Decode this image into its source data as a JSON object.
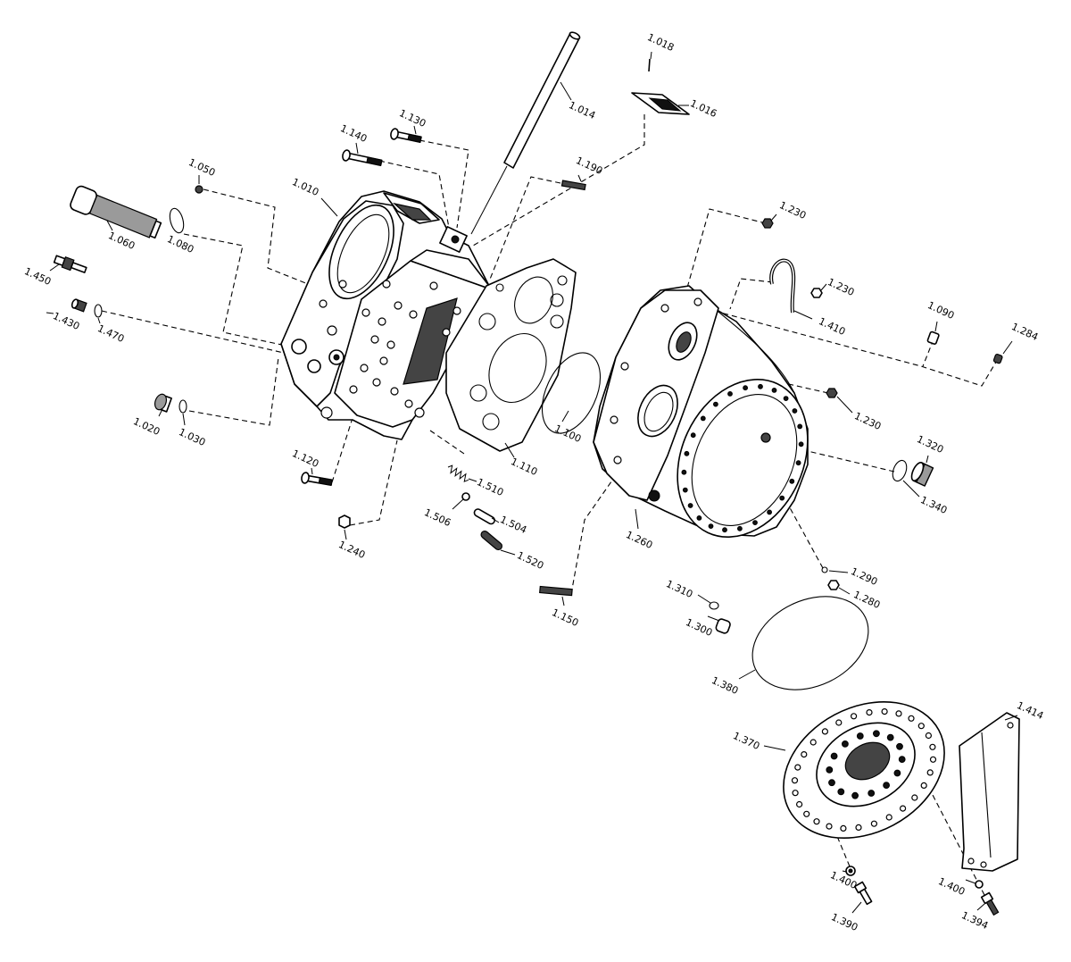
{
  "labels": [
    "1.018",
    "1.014",
    "1.016",
    "1.130",
    "1.140",
    "1.190",
    "1.050",
    "1.010",
    "1.060",
    "1.080",
    "1.450",
    "1.430",
    "1.470",
    "1.230",
    "1.230",
    "1.410",
    "1.090",
    "1.284",
    "1.230",
    "1.020",
    "1.030",
    "1.120",
    "1.320",
    "1.340",
    "1.510",
    "1.506",
    "1.504",
    "1.110",
    "1.100",
    "1.520",
    "1.240",
    "1.260",
    "1.290",
    "1.280",
    "1.310",
    "1.150",
    "1.300",
    "1.380",
    "1.370",
    "1.414",
    "1.400",
    "1.400",
    "1.390",
    "1.394"
  ]
}
